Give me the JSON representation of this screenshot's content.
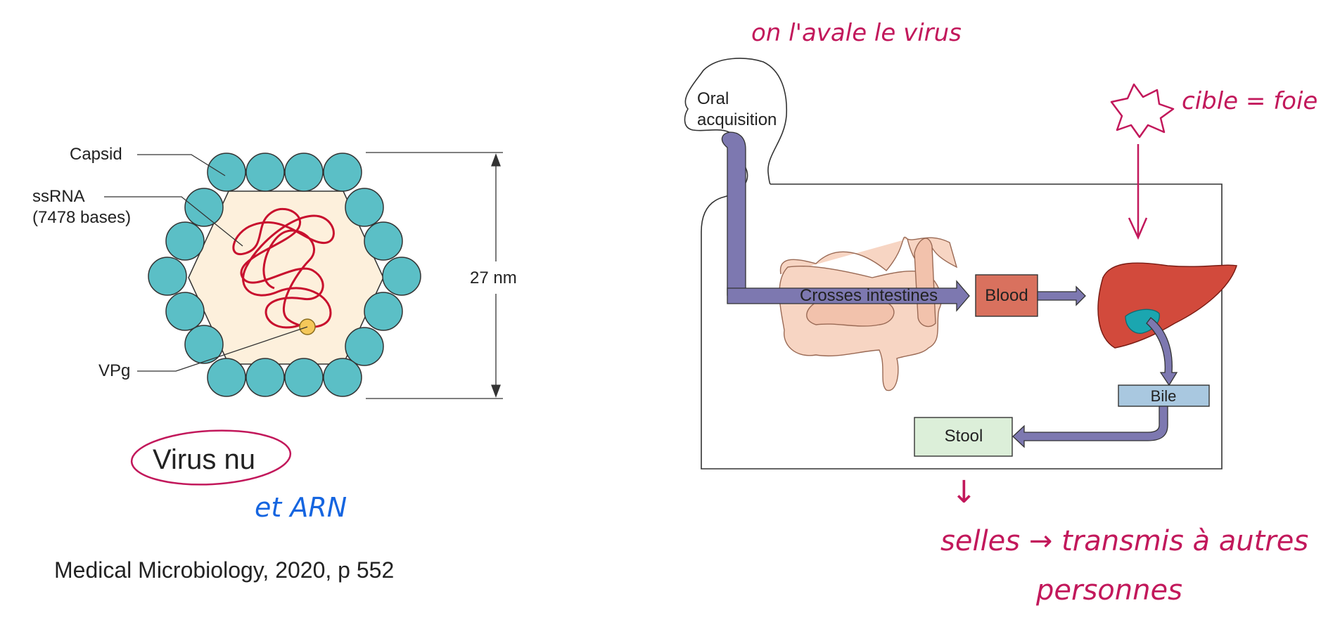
{
  "virion": {
    "labels": {
      "capsid": "Capsid",
      "ssrna": "ssRNA",
      "ssrna_bases": "(7478 bases)",
      "vpg": "VPg",
      "size": "27 nm"
    },
    "caption": "Virus nu",
    "note": "et ARN",
    "citation": "Medical Microbiology, 2020, p 552"
  },
  "pathway": {
    "oral_line1": "Oral",
    "oral_line2": "acquisition",
    "intestines": "Crosses intestines",
    "blood": "Blood",
    "bile": "Bile",
    "stool": "Stool"
  },
  "annotations": {
    "swallow": "on l'avale le virus",
    "target": "cible = foie",
    "stool_arrow": "↓",
    "transmission_line1": "selles → transmis à autres",
    "transmission_line2": "personnes"
  },
  "colors": {
    "capsomere": "#5bbfc6",
    "capsid_fill": "#fdf0dc",
    "rna": "#c8102e",
    "vpg": "#f5c85a",
    "pathway_arrow": "#7d78b0",
    "blood_box": "#d9715e",
    "bile_box": "#a9c8e0",
    "stool_box": "#dcefd9",
    "liver": "#d24a3c",
    "gallbladder": "#1ba6b0",
    "handwriting_pink": "#c2185b",
    "handwriting_blue": "#1565e0"
  }
}
